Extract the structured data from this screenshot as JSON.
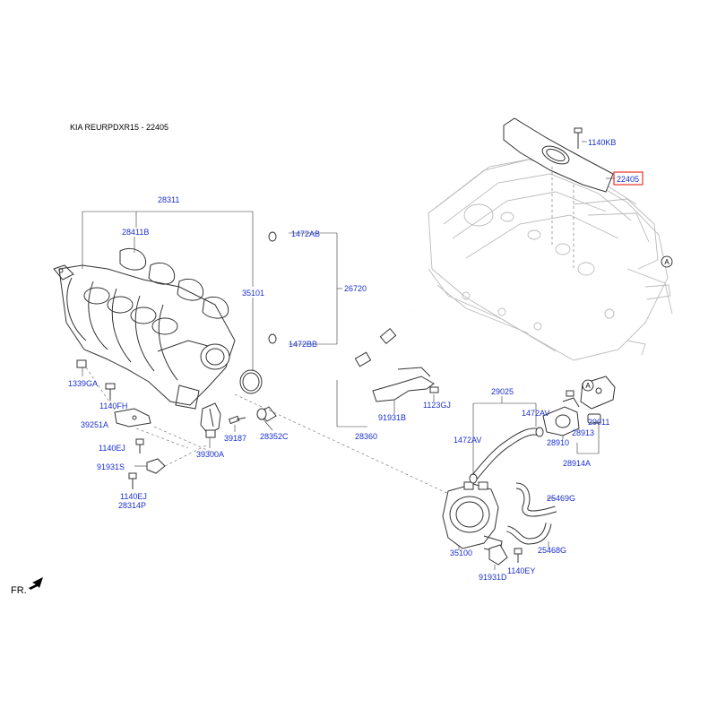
{
  "header": {
    "title": "KIA REURPDXR15 - 22405"
  },
  "direction": {
    "label": "FR."
  },
  "highlight": {
    "part": "22405",
    "box_color": "#e8322c"
  },
  "callout": {
    "letter": "A"
  },
  "colors": {
    "label": "#1a2fd0",
    "line": "#333333",
    "engine": "#bbbbbb"
  },
  "labels": {
    "p1140KB": "1140KB",
    "p28311": "28311",
    "p28411B": "28411B",
    "p1472AB": "1472AB",
    "p26720": "26720",
    "p35101": "35101",
    "p1472BB": "1472BB",
    "p1339GA": "1339GA",
    "p1140FH": "1140FH",
    "p39251A": "39251A",
    "p1140EJ_a": "1140EJ",
    "p91931S": "91931S",
    "p1140EJ_b": "1140EJ",
    "p28314P": "28314P",
    "p39187": "39187",
    "p39300A": "39300A",
    "p28352C": "28352C",
    "p28360": "28360",
    "p91931B": "91931B",
    "p1123GJ": "1123GJ",
    "p29025": "29025",
    "p1472AV_a": "1472AV",
    "p1472AV_b": "1472AV",
    "p29011": "29011",
    "p28913": "28913",
    "p28910": "28910",
    "p28914A": "28914A",
    "p25469G": "25469G",
    "p25468G": "25468G",
    "p35100": "35100",
    "p1140EY": "1140EY",
    "p91931D": "91931D"
  }
}
